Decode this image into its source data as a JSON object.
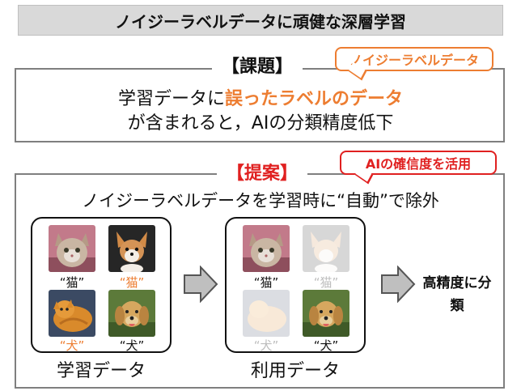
{
  "title": "ノイジーラベルデータに頑健な深層学習",
  "problem": {
    "heading": "【課題】",
    "callout": "ノイジーラベルデータ",
    "line1_prefix": "学習データに",
    "line1_highlight": "誤ったラベルのデータ",
    "line2": "が含まれると，AIの分類精度低下"
  },
  "proposal": {
    "heading": "【提案】",
    "callout": "AIの確信度を活用",
    "line": "ノイジーラベルデータを学習時に“自動”で除外",
    "training_group": {
      "caption": "学習データ",
      "labels": [
        "“猫”",
        "“猫”",
        "“犬”",
        "“犬”"
      ]
    },
    "used_group": {
      "caption": "利用データ",
      "labels": [
        "“猫”",
        "“猫”",
        "“犬”",
        "“犬”"
      ]
    },
    "result": "高精度に分類"
  },
  "colors": {
    "accent_orange": "#ed7d31",
    "accent_red": "#e02020",
    "title_bg": "#d9d9d9"
  },
  "icons": [
    "cat-photo",
    "dog-photo",
    "arrow-right-icon"
  ]
}
